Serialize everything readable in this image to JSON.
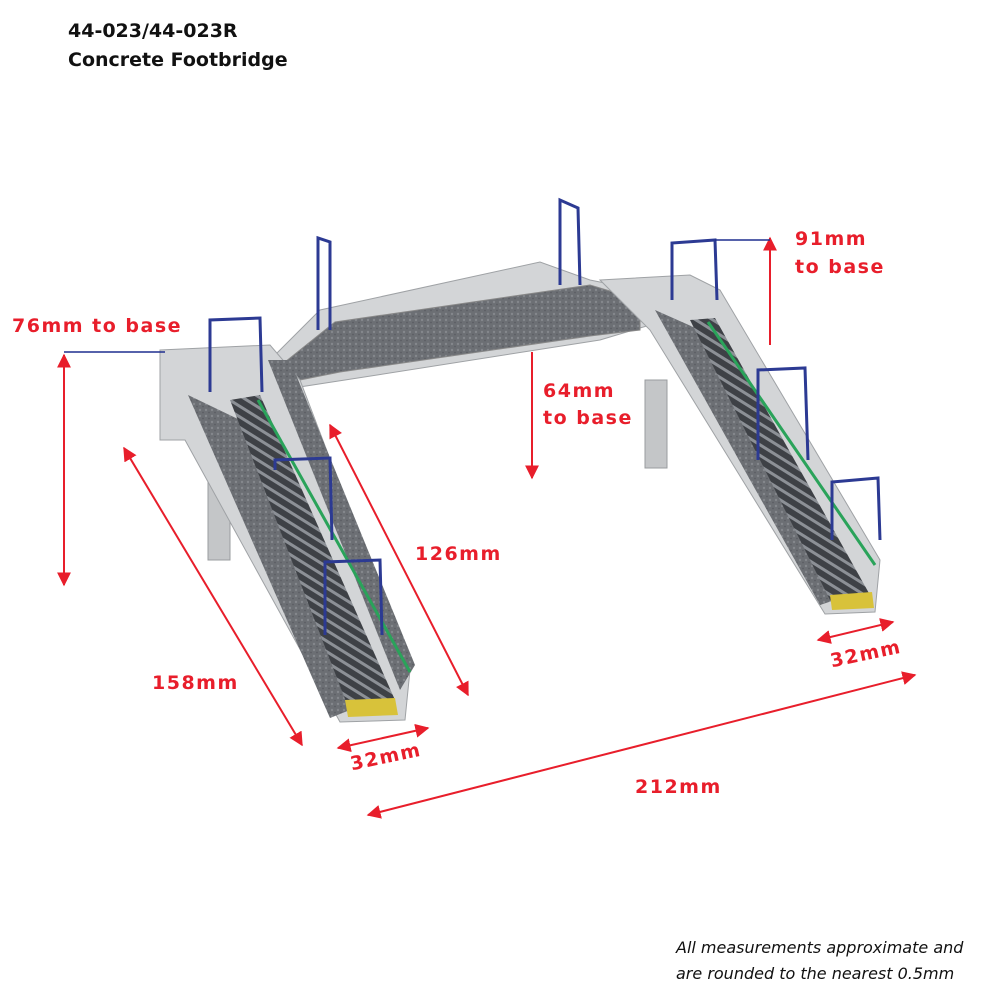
{
  "header": {
    "product_code": "44-023/44-023R",
    "product_name": "Concrete Footbridge"
  },
  "dimensions": {
    "left_height": "76mm to base",
    "right_height_line1": "91mm",
    "right_height_line2": "to base",
    "span_height_line1": "64mm",
    "span_height_line2": "to base",
    "left_stair_length": "126mm",
    "left_depth": "158mm",
    "left_stair_width": "32mm",
    "right_stair_width": "32mm",
    "overall_width": "212mm"
  },
  "footnote": {
    "line1": "All measurements approximate and",
    "line2": "are rounded to the nearest 0.5mm"
  },
  "colors": {
    "dimension_red": "#e81e2b",
    "leader_blue": "#1f2f8f",
    "concrete": "#cfd1d3",
    "panel_texture": "#6c6f74",
    "lamp_blue": "#2c3a93",
    "handrail_green": "#2aa35a",
    "step_yellow": "#d8c23a"
  }
}
